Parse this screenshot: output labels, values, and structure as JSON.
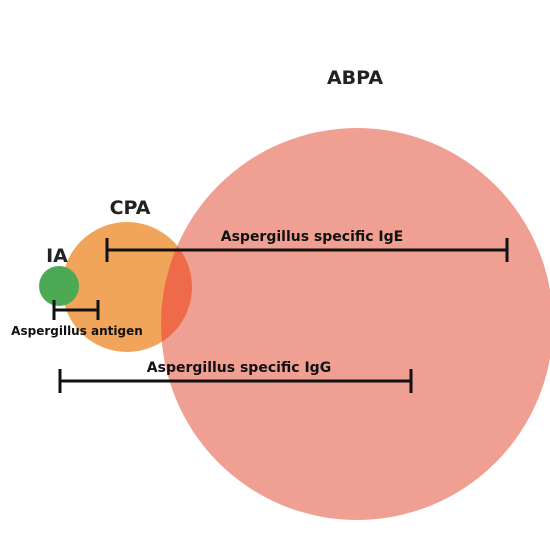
{
  "diseases": {
    "abpa": {
      "label": "ABPA",
      "color": "#f0a093"
    },
    "cpa": {
      "label": "CPA",
      "color": "#f0a55b"
    },
    "ia": {
      "label": "IA",
      "color": "#4caa55"
    },
    "overlap_color": "#ef6a48"
  },
  "markers": {
    "ige": {
      "label": "Aspergillus specific IgE"
    },
    "igg": {
      "label": "Aspergillus specific IgG"
    },
    "antigen": {
      "label": "Aspergillus antigen"
    }
  }
}
